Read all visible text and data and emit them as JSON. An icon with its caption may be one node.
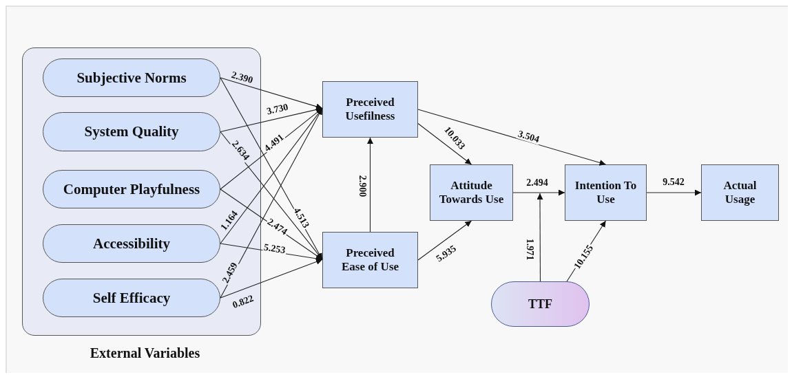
{
  "diagram": {
    "nodes": [
      {
        "text": [
          "External Variables"
        ]
      },
      {
        "text": [
          "Subjective Norms"
        ],
        "in": 0
      },
      {
        "text": [
          "System Quality"
        ],
        "in": 0
      },
      {
        "text": [
          "Computer Playfulness"
        ],
        "in": 0
      },
      {
        "text": [
          "Accessibility"
        ],
        "in": 0
      },
      {
        "text": [
          "Self Efficacy"
        ],
        "in": 0
      },
      {
        "text": [
          "Preceived Usefilness"
        ]
      },
      {
        "text": [
          "Preceived Ease of Use"
        ]
      },
      {
        "text": [
          "Attitude Towards Use"
        ]
      },
      {
        "text": [
          "Intention To Use"
        ]
      },
      {
        "text": [
          "Actual Usage"
        ]
      },
      {
        "text": [
          "TTF"
        ]
      }
    ],
    "edges": [
      {
        "from": 1,
        "to": 6,
        "arrow": "to",
        "label": "2.390"
      },
      {
        "from": 1,
        "to": 7,
        "arrow": "to",
        "label": "4.513"
      },
      {
        "from": 2,
        "to": 6,
        "arrow": "to",
        "label": "3.730"
      },
      {
        "from": 2,
        "to": 7,
        "arrow": "to",
        "label": "2.634"
      },
      {
        "from": 3,
        "to": 6,
        "arrow": "to",
        "label": "4.491"
      },
      {
        "from": 3,
        "to": 7,
        "arrow": "to",
        "label": "2.474"
      },
      {
        "from": 4,
        "to": 6,
        "arrow": "to",
        "label": "1.164"
      },
      {
        "from": 4,
        "to": 7,
        "arrow": "to",
        "label": "5.253"
      },
      {
        "from": 5,
        "to": 6,
        "arrow": "to",
        "label": "2.459"
      },
      {
        "from": 5,
        "to": 7,
        "arrow": "to",
        "label": "0.822"
      },
      {
        "from": 7,
        "to": 6,
        "arrow": "to",
        "label": "2.900"
      },
      {
        "from": 6,
        "to": 8,
        "arrow": "to",
        "label": "10.033"
      },
      {
        "from": 6,
        "to": 9,
        "arrow": "to",
        "label": "3.504"
      },
      {
        "from": 7,
        "to": 8,
        "arrow": "to",
        "label": "5.935"
      },
      {
        "from": 8,
        "to": 9,
        "arrow": "to",
        "label": "2.494"
      },
      {
        "from": 11,
        "to": null,
        "arrow": "to",
        "label": "1.971"
      },
      {
        "from": 11,
        "to": 9,
        "arrow": "to",
        "label": "10.155"
      },
      {
        "from": 9,
        "to": 10,
        "arrow": "to",
        "label": "9.542"
      }
    ]
  }
}
